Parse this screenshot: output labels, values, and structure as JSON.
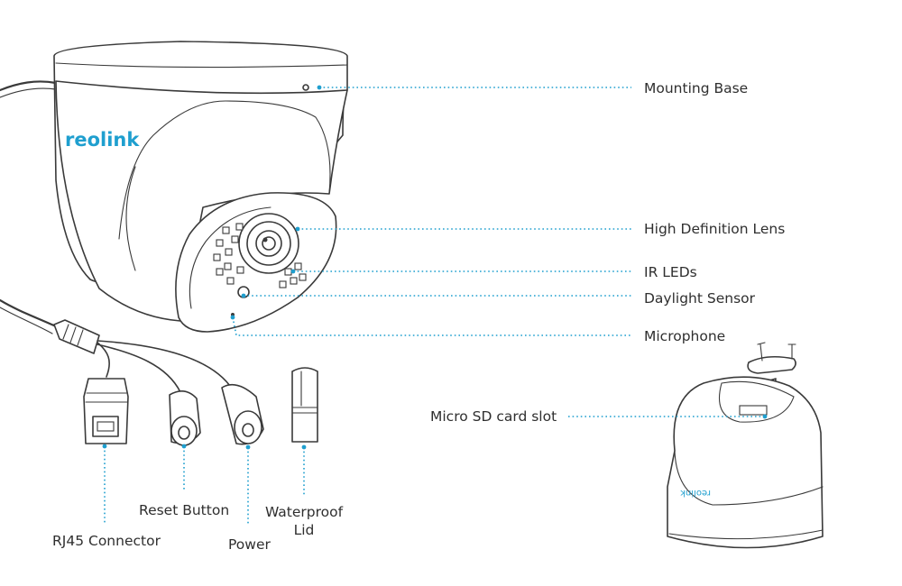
{
  "brand": {
    "logo_text": "reolink",
    "accent_color": "#1f9fcf"
  },
  "labels": {
    "mounting_base": "Mounting Base",
    "lens": "High Definition Lens",
    "ir_leds": "IR LEDs",
    "daylight_sensor": "Daylight Sensor",
    "microphone": "Microphone",
    "sd_slot": "Micro SD card slot",
    "reset_button": "Reset Button",
    "rj45": "RJ45 Connector",
    "power": "Power",
    "waterproof_line1": "Waterproof",
    "waterproof_line2": "Lid"
  }
}
